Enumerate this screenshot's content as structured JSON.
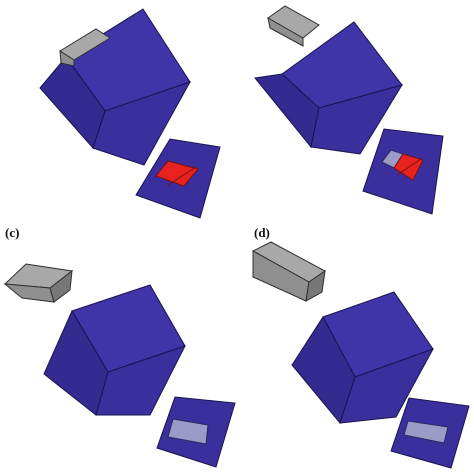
{
  "panels": [
    {
      "id": "a",
      "label": ""
    },
    {
      "id": "b",
      "label": ""
    },
    {
      "id": "c",
      "label": "(c)"
    },
    {
      "id": "d",
      "label": "(d)"
    }
  ],
  "colors": {
    "cube_front": "#3a2f9c",
    "cube_side": "#342a8f",
    "cube_top": "#3f35a8",
    "cube_edge": "#1b1450",
    "plate": "#3a2f9c",
    "plate_edge": "#1b1450",
    "block_light": "#a8a8a8",
    "block_mid": "#8f8f8f",
    "block_dark": "#777777",
    "block_edge": "#303030",
    "highlight_red": "#e8231f",
    "highlight_gray": "#9b9bc8"
  }
}
